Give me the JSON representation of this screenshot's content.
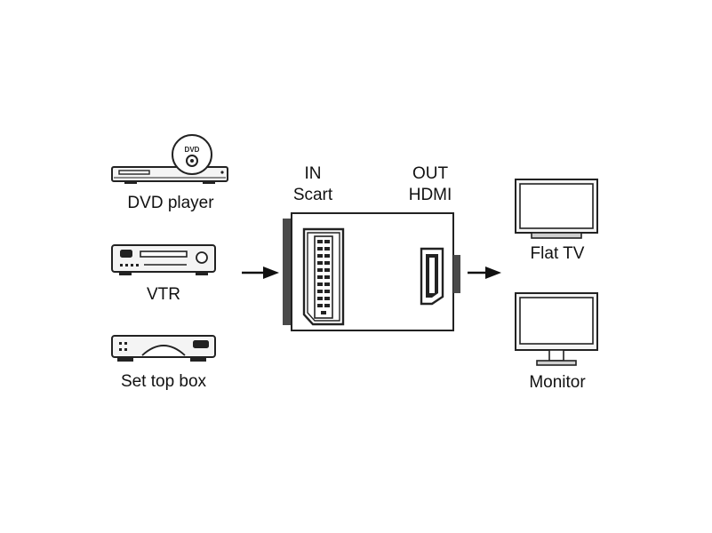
{
  "diagram": {
    "sources": [
      {
        "id": "dvd",
        "label": "DVD player",
        "disc_text": "DVD",
        "icon": "dvd-player-icon"
      },
      {
        "id": "vtr",
        "label": "VTR",
        "icon": "vtr-icon"
      },
      {
        "id": "stb",
        "label": "Set top box",
        "icon": "set-top-box-icon"
      }
    ],
    "adapter": {
      "input": {
        "line1": "IN",
        "line2": "Scart"
      },
      "output": {
        "line1": "OUT",
        "line2": "HDMI"
      }
    },
    "outputs": [
      {
        "id": "tv",
        "label": "Flat TV",
        "icon": "flat-tv-icon"
      },
      {
        "id": "monitor",
        "label": "Monitor",
        "icon": "monitor-icon"
      }
    ],
    "colors": {
      "line": "#222222",
      "connector_dark": "#4a4a4a",
      "device_fill": "#f2f2f2",
      "body_fill": "#ffffff"
    }
  }
}
